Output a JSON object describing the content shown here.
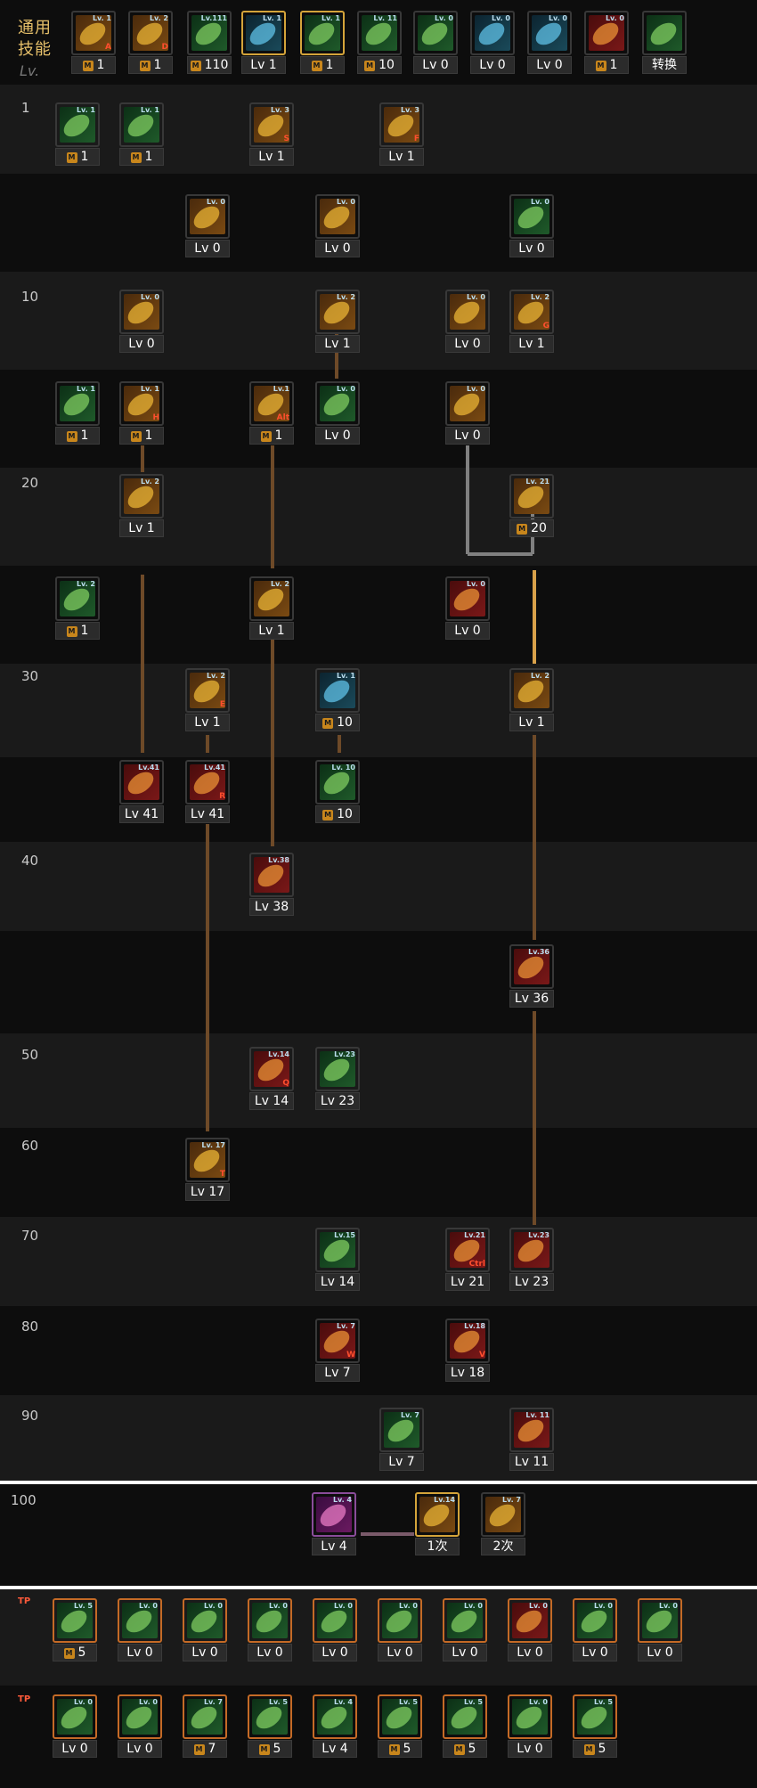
{
  "header": {
    "label": "通用\n技能",
    "lv_label": "Lv."
  },
  "row_labels": [
    {
      "text": "1",
      "y": 0
    },
    {
      "text": "10",
      "y": 0
    },
    {
      "text": "20",
      "y": 0
    },
    {
      "text": "30",
      "y": 0
    },
    {
      "text": "40",
      "y": 0
    },
    {
      "text": "50",
      "y": 0
    },
    {
      "text": "60",
      "y": 0
    },
    {
      "text": "70",
      "y": 0
    },
    {
      "text": "80",
      "y": 0
    },
    {
      "text": "90",
      "y": 0
    },
    {
      "text": "100",
      "y": 0
    }
  ],
  "common_skills": [
    {
      "cap": "1",
      "m": true,
      "tone": "gold",
      "tag": "Lv. 1",
      "hk": "A"
    },
    {
      "cap": "1",
      "m": true,
      "tone": "gold",
      "tag": "Lv. 2",
      "hk": "D"
    },
    {
      "cap": "110",
      "m": true,
      "tone": "green",
      "tag": "Lv.111",
      "hk": ""
    },
    {
      "cap": "Lv 1",
      "m": false,
      "tone": "blue",
      "tag": "Lv. 1",
      "hk": ""
    },
    {
      "cap": "1",
      "m": true,
      "tone": "green",
      "tag": "Lv. 1",
      "hk": ""
    },
    {
      "cap": "10",
      "m": true,
      "tone": "green",
      "tag": "Lv. 11",
      "hk": ""
    },
    {
      "cap": "Lv 0",
      "m": false,
      "tone": "green",
      "tag": "Lv. 0",
      "hk": ""
    },
    {
      "cap": "Lv 0",
      "m": false,
      "tone": "blue",
      "tag": "Lv. 0",
      "hk": ""
    },
    {
      "cap": "Lv 0",
      "m": false,
      "tone": "blue",
      "tag": "Lv. 0",
      "hk": ""
    },
    {
      "cap": "1",
      "m": true,
      "tone": "red",
      "tag": "Lv. 0",
      "hk": ""
    },
    {
      "cap": "转换",
      "m": false,
      "tone": "green",
      "tag": "",
      "hk": ""
    }
  ],
  "tree_skills": [
    {
      "cap": "1",
      "m": true,
      "tone": "green",
      "tag": "Lv. 1",
      "hk": ""
    },
    {
      "cap": "1",
      "m": true,
      "tone": "green",
      "tag": "Lv. 1",
      "hk": ""
    },
    {
      "cap": "Lv 1",
      "m": false,
      "tone": "gold",
      "tag": "Lv. 3",
      "hk": "S"
    },
    {
      "cap": "Lv 1",
      "m": false,
      "tone": "gold",
      "tag": "Lv. 3",
      "hk": "F"
    },
    {
      "cap": "Lv 0",
      "m": false,
      "tone": "gold",
      "tag": "Lv. 0",
      "hk": ""
    },
    {
      "cap": "Lv 0",
      "m": false,
      "tone": "gold",
      "tag": "Lv. 0",
      "hk": ""
    },
    {
      "cap": "Lv 0",
      "m": false,
      "tone": "green",
      "tag": "Lv. 0",
      "hk": ""
    },
    {
      "cap": "Lv 0",
      "m": false,
      "tone": "gold",
      "tag": "Lv. 0",
      "hk": ""
    },
    {
      "cap": "Lv 1",
      "m": false,
      "tone": "gold",
      "tag": "Lv. 2",
      "hk": ""
    },
    {
      "cap": "Lv 0",
      "m": false,
      "tone": "gold",
      "tag": "Lv. 0",
      "hk": ""
    },
    {
      "cap": "Lv 1",
      "m": false,
      "tone": "gold",
      "tag": "Lv. 2",
      "hk": "G"
    },
    {
      "cap": "1",
      "m": true,
      "tone": "green",
      "tag": "Lv. 1",
      "hk": ""
    },
    {
      "cap": "1",
      "m": true,
      "tone": "gold",
      "tag": "Lv. 1",
      "hk": "H"
    },
    {
      "cap": "1",
      "m": true,
      "tone": "gold",
      "tag": "Lv.1",
      "hk": "Alt"
    },
    {
      "cap": "Lv 0",
      "m": false,
      "tone": "green",
      "tag": "Lv. 0",
      "hk": ""
    },
    {
      "cap": "Lv 0",
      "m": false,
      "tone": "gold",
      "tag": "Lv. 0",
      "hk": ""
    },
    {
      "cap": "Lv 1",
      "m": false,
      "tone": "gold",
      "tag": "Lv. 2",
      "hk": ""
    },
    {
      "cap": "20",
      "m": true,
      "tone": "gold",
      "tag": "Lv. 21",
      "hk": ""
    },
    {
      "cap": "1",
      "m": true,
      "tone": "green",
      "tag": "Lv. 2",
      "hk": ""
    },
    {
      "cap": "Lv 1",
      "m": false,
      "tone": "gold",
      "tag": "Lv. 2",
      "hk": ""
    },
    {
      "cap": "Lv 0",
      "m": false,
      "tone": "red",
      "tag": "Lv. 0",
      "hk": ""
    },
    {
      "cap": "Lv 1",
      "m": false,
      "tone": "gold",
      "tag": "Lv. 2",
      "hk": "E"
    },
    {
      "cap": "10",
      "m": true,
      "tone": "blue",
      "tag": "Lv. 1",
      "hk": ""
    },
    {
      "cap": "Lv 1",
      "m": false,
      "tone": "gold",
      "tag": "Lv. 2",
      "hk": ""
    },
    {
      "cap": "Lv 41",
      "m": false,
      "tone": "red",
      "tag": "Lv.41",
      "hk": ""
    },
    {
      "cap": "Lv 41",
      "m": false,
      "tone": "red",
      "tag": "Lv.41",
      "hk": "R"
    },
    {
      "cap": "10",
      "m": true,
      "tone": "green",
      "tag": "Lv. 10",
      "hk": ""
    },
    {
      "cap": "Lv 38",
      "m": false,
      "tone": "red",
      "tag": "Lv.38",
      "hk": ""
    },
    {
      "cap": "Lv 36",
      "m": false,
      "tone": "red",
      "tag": "Lv.36",
      "hk": ""
    },
    {
      "cap": "Lv 14",
      "m": false,
      "tone": "red",
      "tag": "Lv.14",
      "hk": "Q"
    },
    {
      "cap": "Lv 23",
      "m": false,
      "tone": "green",
      "tag": "Lv.23",
      "hk": ""
    },
    {
      "cap": "Lv 17",
      "m": false,
      "tone": "gold",
      "tag": "Lv. 17",
      "hk": "T"
    },
    {
      "cap": "Lv 14",
      "m": false,
      "tone": "green",
      "tag": "Lv.15",
      "hk": ""
    },
    {
      "cap": "Lv 21",
      "m": false,
      "tone": "red",
      "tag": "Lv.21",
      "hk": "Ctrl"
    },
    {
      "cap": "Lv 23",
      "m": false,
      "tone": "red",
      "tag": "Lv.23",
      "hk": ""
    },
    {
      "cap": "Lv 7",
      "m": false,
      "tone": "red",
      "tag": "Lv. 7",
      "hk": "W"
    },
    {
      "cap": "Lv 18",
      "m": false,
      "tone": "red",
      "tag": "Lv.18",
      "hk": "V"
    },
    {
      "cap": "Lv 7",
      "m": false,
      "tone": "green",
      "tag": "Lv. 7",
      "hk": ""
    },
    {
      "cap": "Lv 11",
      "m": false,
      "tone": "red",
      "tag": "Lv. 11",
      "hk": ""
    },
    {
      "cap": "Lv 4",
      "m": false,
      "tone": "purple",
      "tag": "Lv. 4",
      "hk": ""
    },
    {
      "cap": "1次",
      "m": false,
      "tone": "gold",
      "tag": "Lv.14",
      "hk": ""
    },
    {
      "cap": "2次",
      "m": false,
      "tone": "gold",
      "tag": "Lv. 7",
      "hk": ""
    }
  ],
  "tp_label": "TP",
  "tp_row1": [
    {
      "cap": "5",
      "m": true,
      "tone": "green",
      "tag": "Lv. 5"
    },
    {
      "cap": "Lv 0",
      "m": false,
      "tone": "green",
      "tag": "Lv. 0"
    },
    {
      "cap": "Lv 0",
      "m": false,
      "tone": "green",
      "tag": "Lv. 0"
    },
    {
      "cap": "Lv 0",
      "m": false,
      "tone": "green",
      "tag": "Lv. 0"
    },
    {
      "cap": "Lv 0",
      "m": false,
      "tone": "green",
      "tag": "Lv. 0"
    },
    {
      "cap": "Lv 0",
      "m": false,
      "tone": "green",
      "tag": "Lv. 0"
    },
    {
      "cap": "Lv 0",
      "m": false,
      "tone": "green",
      "tag": "Lv. 0"
    },
    {
      "cap": "Lv 0",
      "m": false,
      "tone": "red",
      "tag": "Lv. 0"
    },
    {
      "cap": "Lv 0",
      "m": false,
      "tone": "green",
      "tag": "Lv. 0"
    },
    {
      "cap": "Lv 0",
      "m": false,
      "tone": "green",
      "tag": "Lv. 0"
    }
  ],
  "tp_row2": [
    {
      "cap": "Lv 0",
      "m": false,
      "tone": "green",
      "tag": "Lv. 0"
    },
    {
      "cap": "Lv 0",
      "m": false,
      "tone": "green",
      "tag": "Lv. 0"
    },
    {
      "cap": "7",
      "m": true,
      "tone": "green",
      "tag": "Lv. 7"
    },
    {
      "cap": "5",
      "m": true,
      "tone": "green",
      "tag": "Lv. 5"
    },
    {
      "cap": "Lv 4",
      "m": false,
      "tone": "green",
      "tag": "Lv. 4"
    },
    {
      "cap": "5",
      "m": true,
      "tone": "green",
      "tag": "Lv. 5"
    },
    {
      "cap": "5",
      "m": true,
      "tone": "green",
      "tag": "Lv. 5"
    },
    {
      "cap": "Lv 0",
      "m": false,
      "tone": "green",
      "tag": "Lv. 0"
    },
    {
      "cap": "5",
      "m": true,
      "tone": "green",
      "tag": "Lv. 5"
    }
  ],
  "colors": {
    "link_brown": "#6e4a28",
    "link_gold": "#d8a14a",
    "link_gray": "#808080",
    "link_purple": "#7a5a6a"
  }
}
